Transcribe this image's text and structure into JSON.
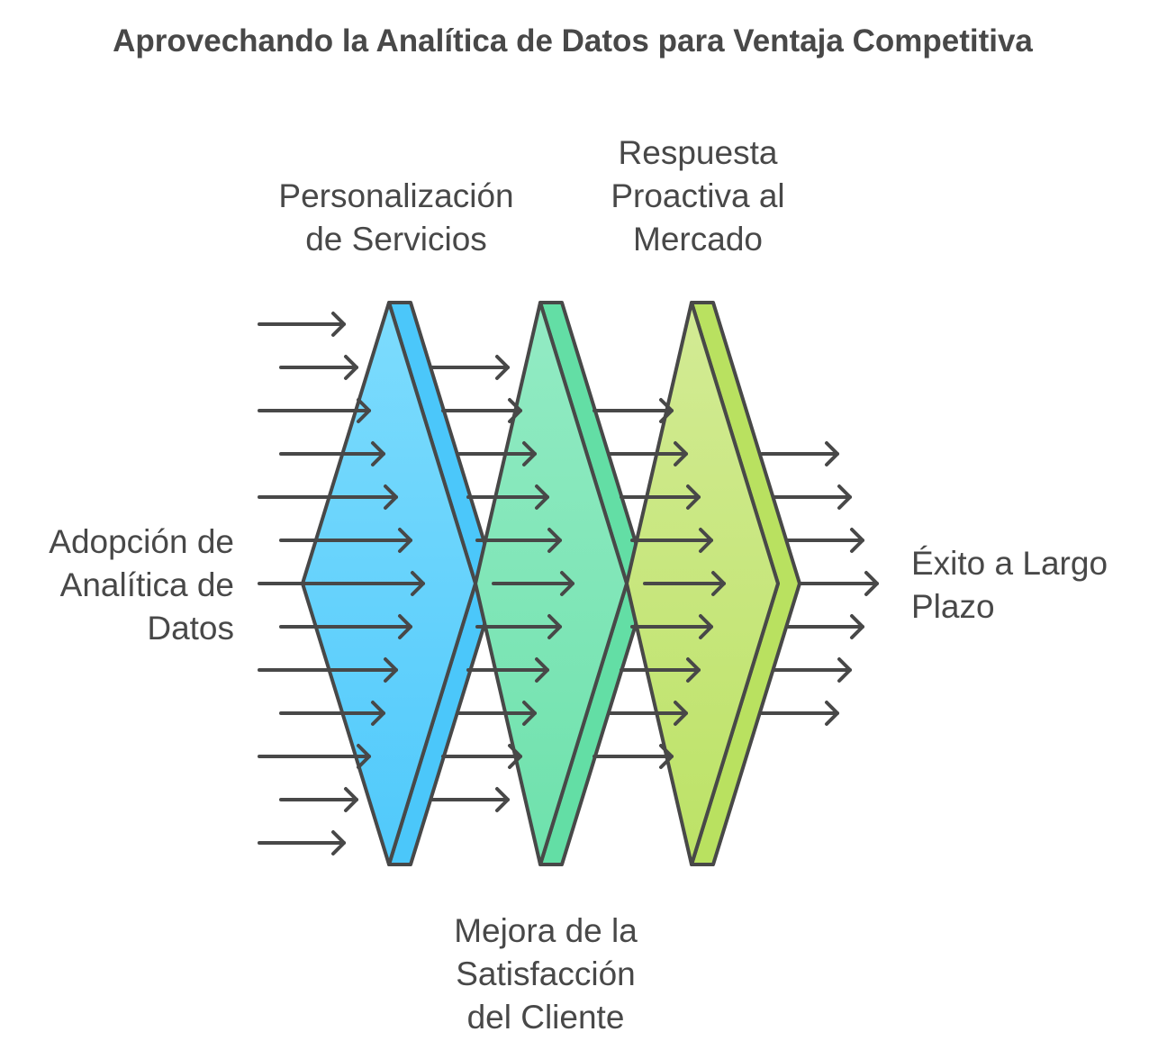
{
  "title": "Aprovechando la Analítica de Datos para Ventaja Competitiva",
  "colors": {
    "stroke": "#484848",
    "stage1_light": "#73d9fd",
    "stage1_dark": "#4bc7fa",
    "stage2_light": "#8ae9be",
    "stage2_dark": "#63dea5",
    "stage3_light": "#cde98a",
    "stage3_dark": "#b9e160"
  },
  "labels": {
    "input": [
      "Adopción de",
      "Analítica de",
      "Datos"
    ],
    "stage1": [
      "Personalización",
      "de Servicios"
    ],
    "stage2": [
      "Mejora de la",
      "Satisfacción",
      "del Cliente"
    ],
    "stage3": [
      "Respuesta",
      "Proactiva al",
      "Mercado"
    ],
    "output": [
      "Éxito a Largo",
      "Plazo"
    ]
  }
}
